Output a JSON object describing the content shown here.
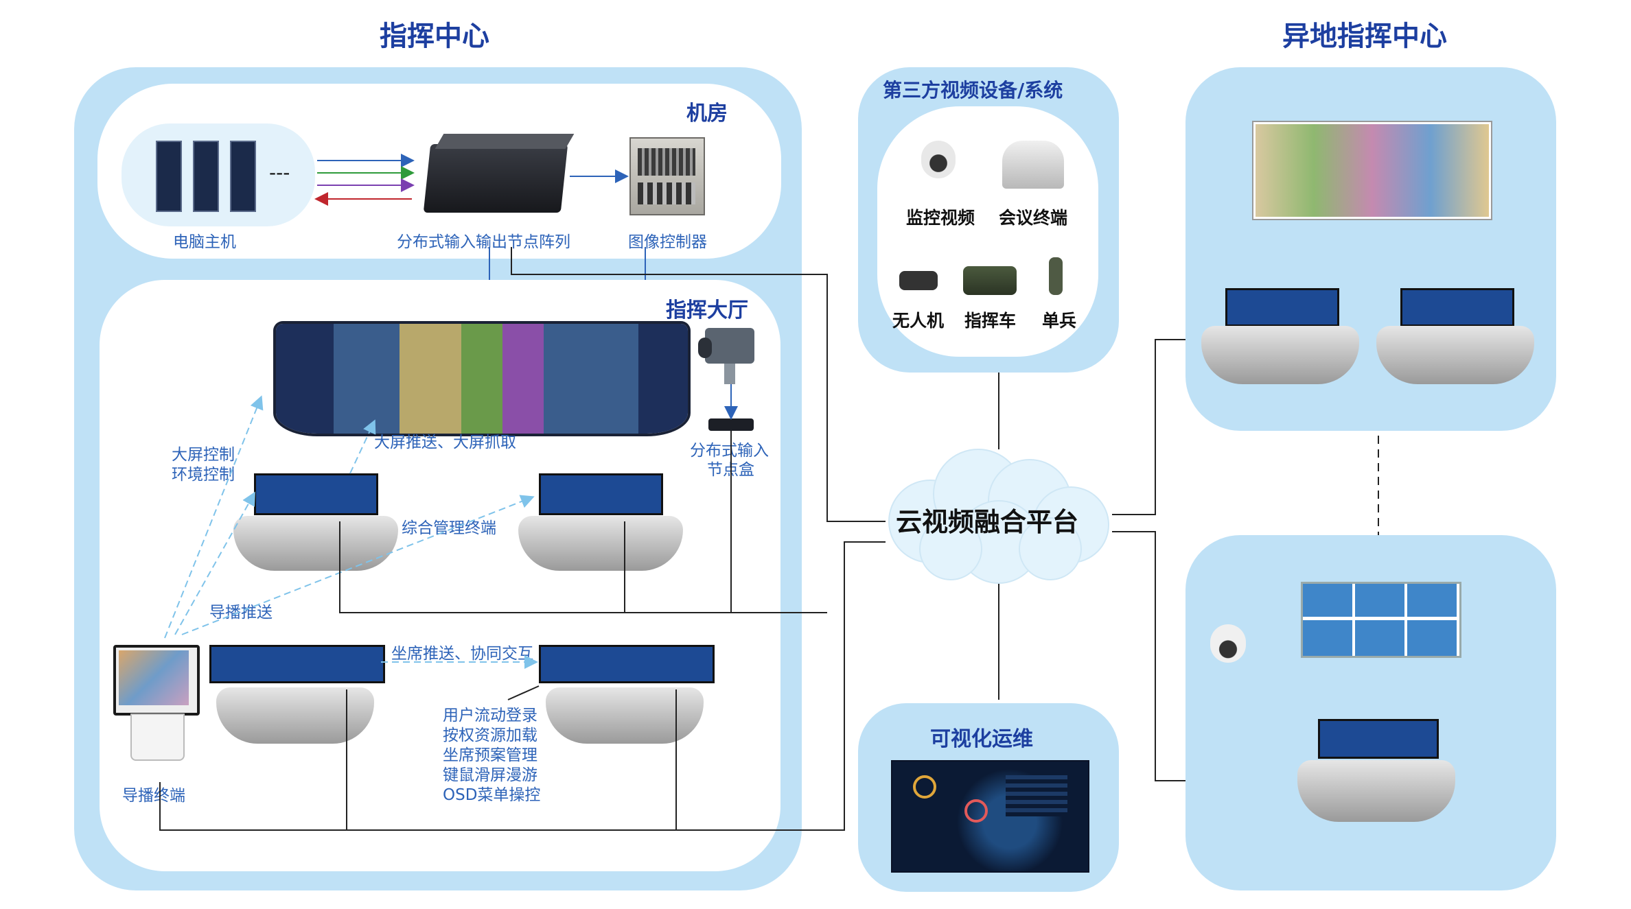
{
  "titles": {
    "command_center": "指挥中心",
    "remote_center": "异地指挥中心"
  },
  "machine_room": {
    "title": "机房",
    "pc_host": "电脑主机",
    "node_array": "分布式输入输出节点阵列",
    "image_controller": "图像控制器",
    "ellipsis": "---"
  },
  "hall": {
    "title": "指挥大厅",
    "bigscreen_push": "大屏推送、大屏抓取",
    "bigscreen_control_1": "大屏控制",
    "bigscreen_control_2": "环境控制",
    "input_box_1": "分布式输入",
    "input_box_2": "节点盒",
    "mgmt_terminal": "综合管理终端",
    "broadcast_push": "导播推送",
    "seat_push": "坐席推送、协同交互",
    "broadcast_terminal": "导播终端",
    "features": [
      "用户流动登录",
      "按权资源加载",
      "坐席预案管理",
      "键鼠滑屏漫游",
      "OSD菜单操控"
    ]
  },
  "third_party": {
    "title": "第三方视频设备/系统",
    "items": [
      "监控视频",
      "会议终端",
      "无人机",
      "指挥车",
      "单兵"
    ]
  },
  "cloud": {
    "label": "云视频融合平台"
  },
  "ops": {
    "title": "可视化运维"
  },
  "colors": {
    "region": "#bfe1f6",
    "title": "#1d3fa0",
    "label": "#2d63b8"
  }
}
